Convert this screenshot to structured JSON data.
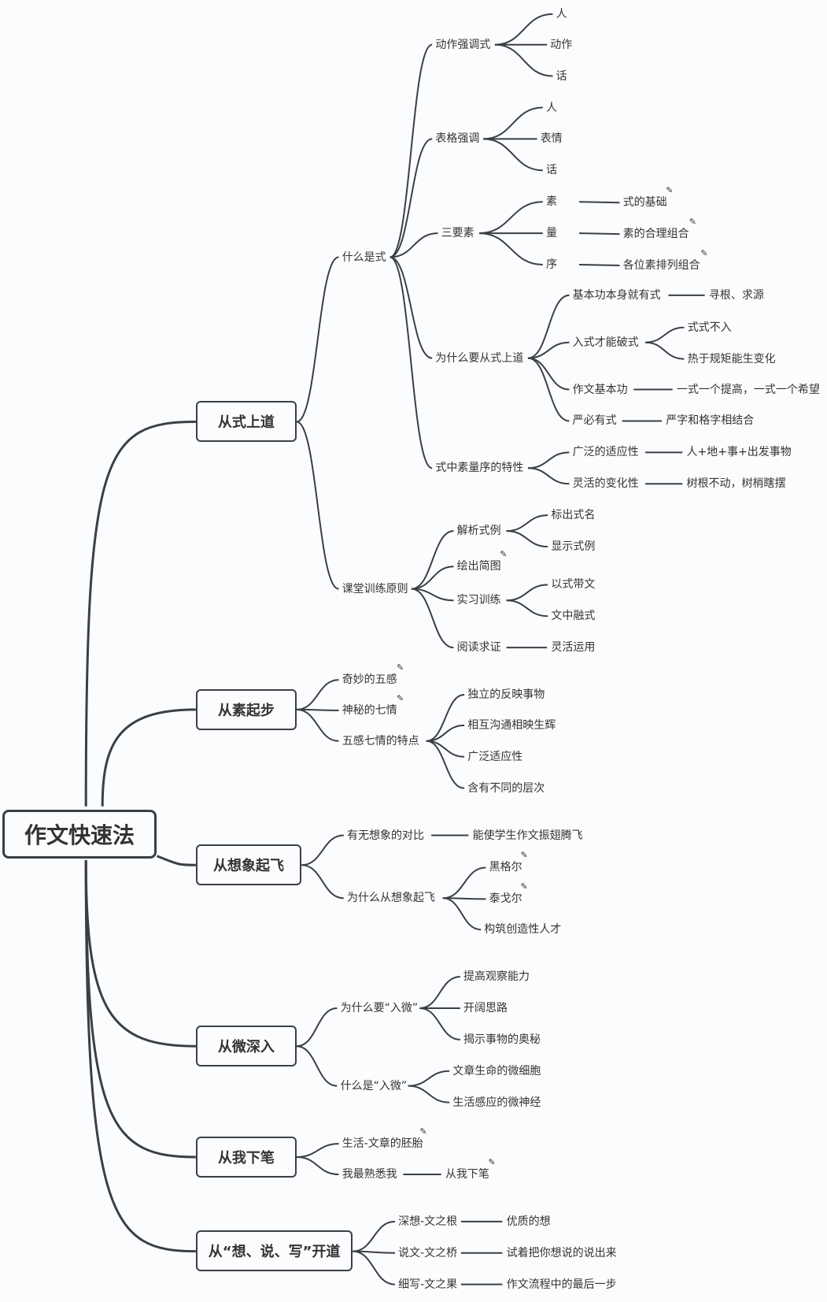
{
  "root": "作文快速法",
  "branches": [
    {
      "label": "从式上道"
    },
    {
      "label": "从素起步"
    },
    {
      "label": "从想象起飞"
    },
    {
      "label": "从微深入"
    },
    {
      "label": "从我下笔"
    },
    {
      "label": "从“想、说、写”开道"
    }
  ],
  "nodes": {
    "shenmeshishi": "什么是式",
    "dongzuo": "动作强调式",
    "dz_ren": "人",
    "dz_dongzuo": "动作",
    "dz_hua": "话",
    "biaoge": "表格强调",
    "bg_ren": "人",
    "bg_biaoqing": "表情",
    "bg_hua": "话",
    "sanyaosu": "三要素",
    "su": "素",
    "liang": "量",
    "xu": "序",
    "su_d": "式的基础",
    "liang_d": "素的合理组合",
    "xu_d": "各位素排列组合",
    "weishenme": "为什么要从式上道",
    "jibengong": "基本功本身就有式",
    "xungen": "寻根、求源",
    "rushi": "入式才能破式",
    "shishiburu": "式式不入",
    "reyu": "热于规矩能生变化",
    "zuowen": "作文基本功",
    "yishi": "一式一个提高，一式一个希望",
    "yanbi": "严必有式",
    "yanzi": "严字和格字相结合",
    "texing": "式中素量序的特性",
    "guangfan": "广泛的适应性",
    "renbi": "人+地+事+出发事物",
    "linghuo": "灵活的变化性",
    "shugen": "树根不动，树梢瞎摆",
    "ketang": "课堂训练原则",
    "jiexi": "解析式例",
    "biaochu": "标出式名",
    "xianshi": "显示式例",
    "huichu": "绘出简图",
    "shixi": "实习训练",
    "yishidai": "以式带文",
    "wenzhong": "文中融式",
    "yuedu": "阅读求证",
    "linghuoyy": "灵活运用",
    "qimiao": "奇妙的五感",
    "shenmi": "神秘的七情",
    "tedian": "五感七情的特点",
    "duli": "独立的反映事物",
    "xianghu": "相互沟通相映生辉",
    "guangfanshi": "广泛适应性",
    "hanyou": "含有不同的层次",
    "youwu": "有无想象的对比",
    "nengshi": "能使学生作文振翅腾飞",
    "weishenmexx": "为什么从想象起飞",
    "heigeer": "黑格尔",
    "taigeer": "泰戈尔",
    "goujian": "构筑创造性人才",
    "weishenmerw": "为什么要“入微”",
    "tigao": "提高观察能力",
    "kaikuo": "开阔思路",
    "jieshi": "揭示事物的奥秘",
    "shenmerw": "什么是“入微”",
    "wenzhang": "文章生命的微细胞",
    "shenghuo": "生活感应的微神经",
    "shenghuowz": "生活-文章的胚胎",
    "wozuishu": "我最熟悉我",
    "congwo": "从我下笔",
    "shenxiang": "深想-文之根",
    "youzhi": "优质的想",
    "shuowen": "说文-文之桥",
    "shizhe": "试着把你想说的说出来",
    "xixie": "细写-文之果",
    "zuowenliu": "作文流程中的最后一步"
  },
  "colors": {
    "line": "#3b3f45",
    "background": "#fbfcfd",
    "text": "#333333"
  },
  "marker_icon": "pencil-icon"
}
